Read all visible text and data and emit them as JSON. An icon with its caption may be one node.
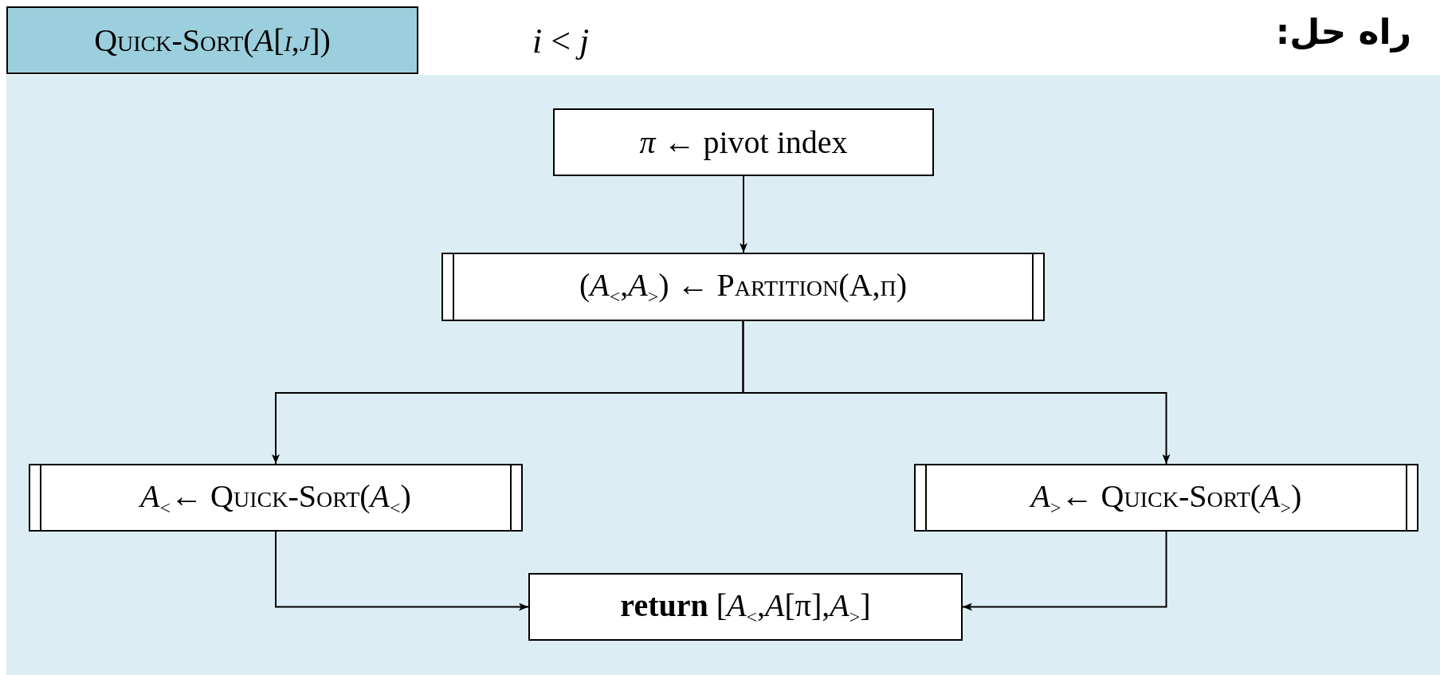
{
  "diagram": {
    "title": "راه حل:",
    "nodes": [
      {
        "text": [
          "Quick-Sort(*A*[*i*,*j*])"
        ]
      },
      {
        "text": [
          "*π* ← pivot index"
        ]
      },
      {
        "text": [
          "(*A*$_{<}$,*A*$_{>}$) ← Partition(A,π)"
        ]
      },
      {
        "text": [
          "*A*$_{<}$← Quick-Sort(*A*$_{<}$)"
        ]
      },
      {
        "text": [
          "*A*$_{>}$← Quick-Sort(*A*$_{>}$)"
        ]
      },
      {
        "text": [
          "**return** [*A*$_{<}$,*A*[π],*A*$_{>}$]"
        ]
      }
    ],
    "edges": [
      {
        "from": 1,
        "to": 2,
        "arrow": "to"
      },
      {
        "from": 2,
        "to": 3,
        "arrow": "to"
      },
      {
        "from": 2,
        "to": 4,
        "arrow": "to"
      },
      {
        "from": 3,
        "to": 5,
        "arrow": "to"
      },
      {
        "from": 4,
        "to": 5,
        "arrow": "to"
      }
    ],
    "labels": [
      "*i* < *j*"
    ]
  }
}
